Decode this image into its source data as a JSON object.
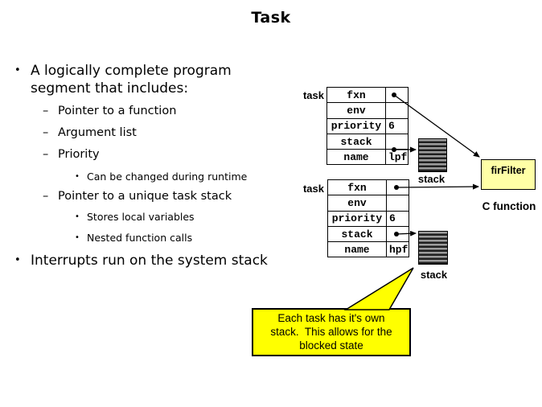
{
  "title": "Task",
  "bullets": [
    {
      "marker": "•",
      "text": "A logically complete program segment that includes:"
    },
    {
      "marker": "–",
      "text": "Pointer to a function"
    },
    {
      "marker": "–",
      "text": "Argument list"
    },
    {
      "marker": "–",
      "text": "Priority"
    },
    {
      "marker": "•",
      "text": "Can be changed during  runtime"
    },
    {
      "marker": "–",
      "text": "Pointer to a unique task stack"
    },
    {
      "marker": "•",
      "text": "Stores local variables"
    },
    {
      "marker": "•",
      "text": "Nested function calls"
    },
    {
      "marker": "•",
      "text": "Interrupts run on the system stack"
    }
  ],
  "diagram": {
    "tables": [
      {
        "label": "task",
        "rows": [
          {
            "label": "fxn",
            "value": ""
          },
          {
            "label": "env",
            "value": ""
          },
          {
            "label": "priority",
            "value": "6"
          },
          {
            "label": "stack",
            "value": ""
          },
          {
            "label": "name",
            "value": "lpf"
          }
        ]
      },
      {
        "label": "task",
        "rows": [
          {
            "label": "fxn",
            "value": ""
          },
          {
            "label": "env",
            "value": ""
          },
          {
            "label": "priority",
            "value": "6"
          },
          {
            "label": "stack",
            "value": ""
          },
          {
            "label": "name",
            "value": "hpf"
          }
        ]
      }
    ],
    "stacks": [
      {
        "label": "stack"
      },
      {
        "label": "stack"
      }
    ],
    "fir_box": {
      "label": "firFilter",
      "caption": "C function"
    },
    "callout": {
      "lines": [
        "Each task has it's own",
        "stack.  This allows for the",
        "blocked state"
      ]
    },
    "colors": {
      "callout_yellow": "#ffff00",
      "function_box_yellow": "#ffffa6",
      "stack_stripe_gray": "#9c9c9c",
      "line_black": "#000000"
    }
  }
}
